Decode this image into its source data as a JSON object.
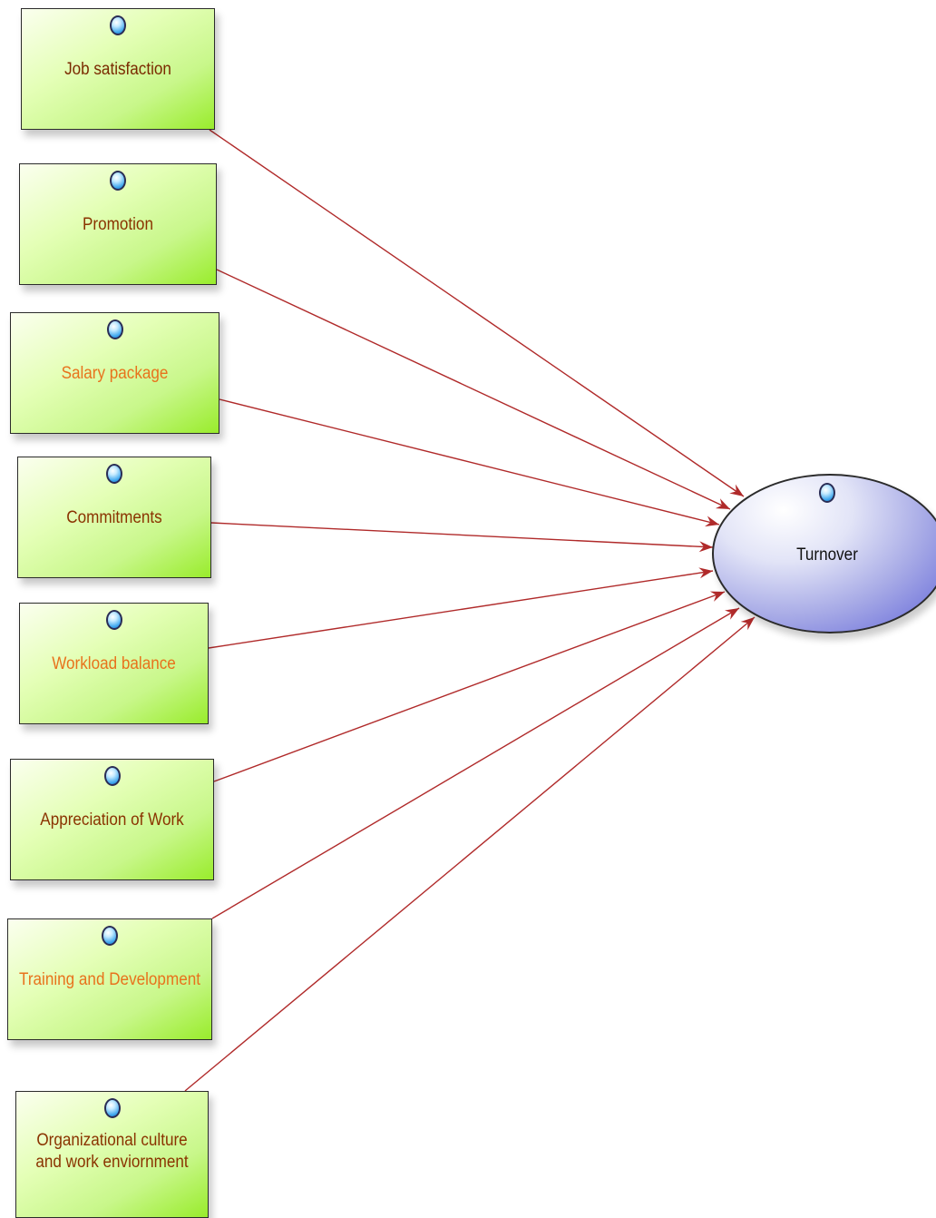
{
  "diagram": {
    "nodes": [
      {
        "id": "job_satisfaction",
        "label": "Job satisfaction",
        "color": "#7a2a00"
      },
      {
        "id": "promotion",
        "label": "Promotion",
        "color": "#8a3300"
      },
      {
        "id": "salary_package",
        "label": "Salary package",
        "color": "#e8721c"
      },
      {
        "id": "commitments",
        "label": "Commitments",
        "color": "#8a3300"
      },
      {
        "id": "workload_balance",
        "label": "Workload balance",
        "color": "#e8721c"
      },
      {
        "id": "appreciation_of_work",
        "label": "Appreciation of Work",
        "color": "#8a3300"
      },
      {
        "id": "training_and_development",
        "label": "Training and Development",
        "color": "#e8721c"
      },
      {
        "id": "organizational_culture",
        "label": "Organizational culture\nand work enviornment",
        "color": "#8a3300"
      }
    ],
    "target": {
      "id": "turnover",
      "label": "Turnover",
      "color": "#111111"
    },
    "edges": [
      {
        "from": "job_satisfaction",
        "to": "turnover"
      },
      {
        "from": "promotion",
        "to": "turnover"
      },
      {
        "from": "salary_package",
        "to": "turnover"
      },
      {
        "from": "commitments",
        "to": "turnover"
      },
      {
        "from": "workload_balance",
        "to": "turnover"
      },
      {
        "from": "appreciation_of_work",
        "to": "turnover"
      },
      {
        "from": "training_and_development",
        "to": "turnover"
      },
      {
        "from": "organizational_culture",
        "to": "turnover"
      }
    ],
    "arrow_color": "#b02a2a"
  }
}
